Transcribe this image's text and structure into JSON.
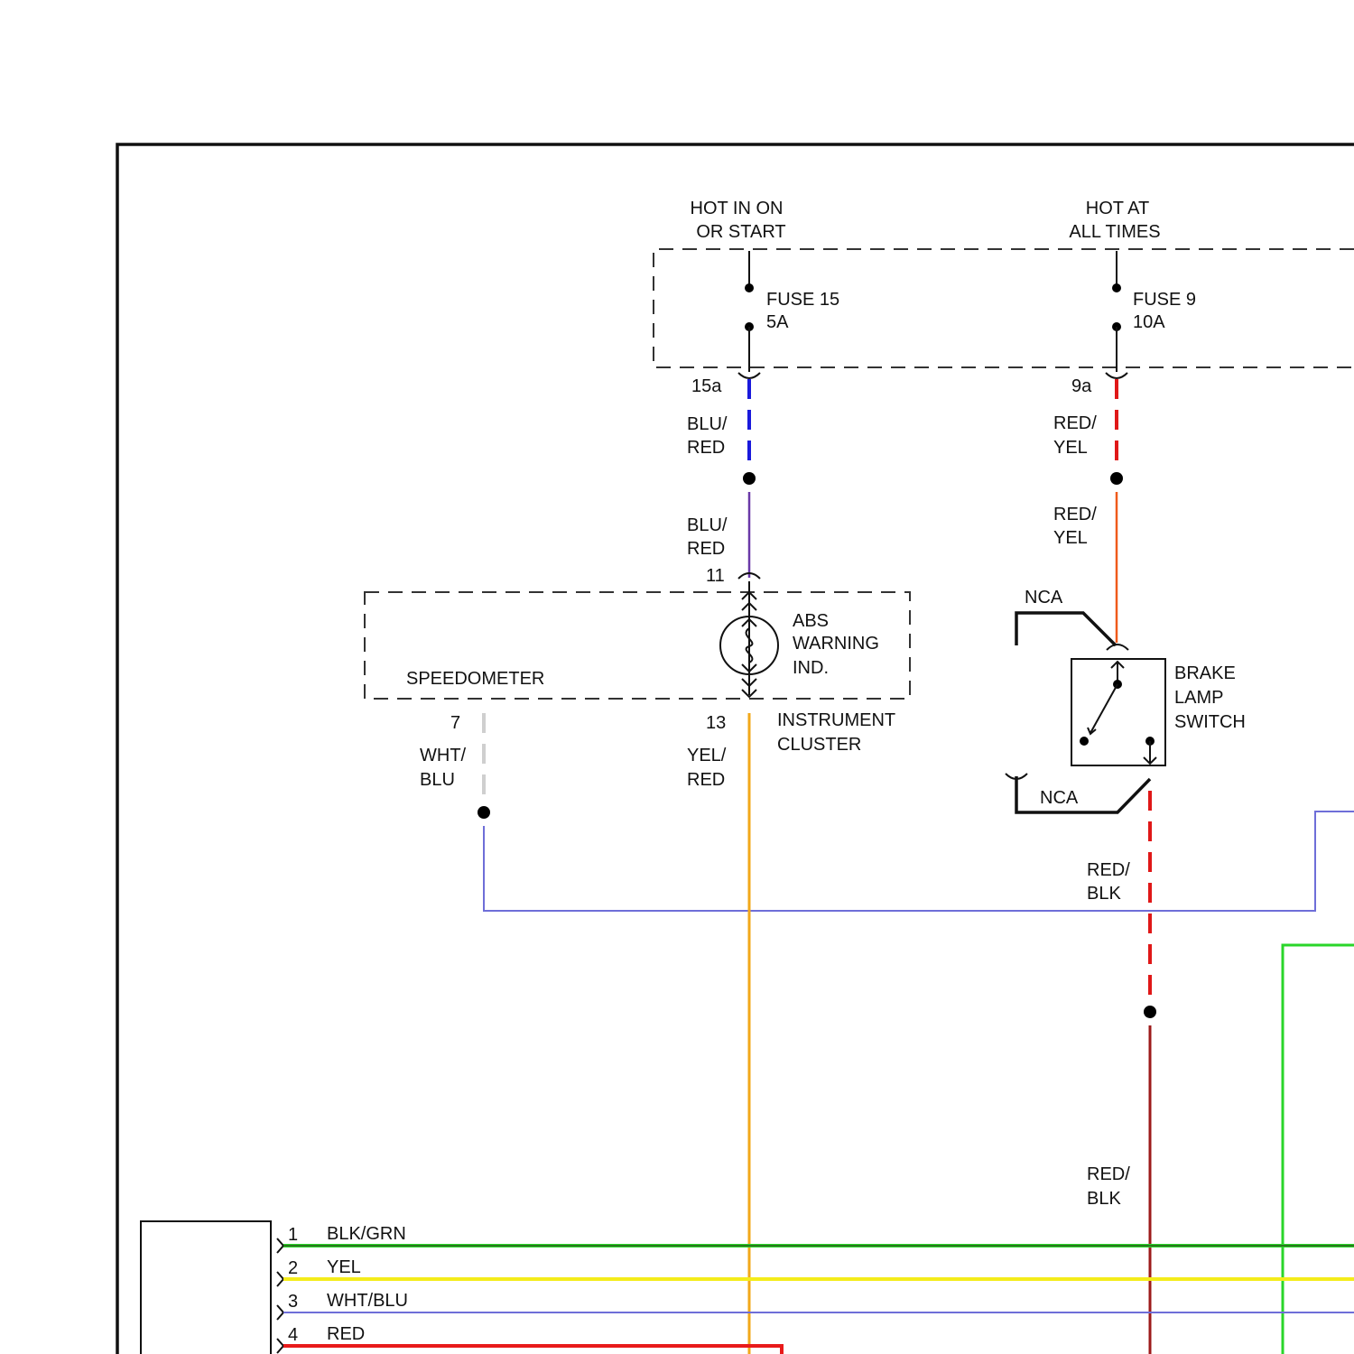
{
  "colors": {
    "blu": "#1a1adc",
    "blu_red_line": "#6a3aa8",
    "red": "#e01818",
    "red_yel_line": "#ef5a1a",
    "yel_red_line": "#f2a81a",
    "wht_blu_dash": "#cfcfcf",
    "wht_blu_line": "#6e6ed8",
    "red_blk": "#9c1a1a",
    "grn": "#2ad52a",
    "blk_grn_line": "#2a5a1a",
    "yel": "#f4ec1a",
    "wht_blu_bus": "#6e6ed8",
    "red_bus": "#e81a1a"
  },
  "power": {
    "hot_in_on_line1": "HOT IN ON",
    "hot_in_on_line2": "OR START",
    "hot_at_all_line1": "HOT AT",
    "hot_at_all_line2": "ALL TIMES"
  },
  "fuses": {
    "fuse15_name": "FUSE 15",
    "fuse15_rating": "5A",
    "fuse15_terminal": "15a",
    "fuse9_name": "FUSE 9",
    "fuse9_rating": "10A",
    "fuse9_terminal": "9a"
  },
  "wires": {
    "blu_red_upper_1": "BLU/",
    "blu_red_upper_2": "RED",
    "blu_red_lower_1": "BLU/",
    "blu_red_lower_2": "RED",
    "red_yel_upper_1": "RED/",
    "red_yel_upper_2": "YEL",
    "red_yel_lower_1": "RED/",
    "red_yel_lower_2": "YEL",
    "wht_blu_1": "WHT/",
    "wht_blu_2": "BLU",
    "yel_red_1": "YEL/",
    "yel_red_2": "RED",
    "red_blk_upper_1": "RED/",
    "red_blk_upper_2": "BLK",
    "red_blk_lower_1": "RED/",
    "red_blk_lower_2": "BLK"
  },
  "cluster": {
    "pin_11": "11",
    "pin_7": "7",
    "pin_13": "13",
    "abs_1": "ABS",
    "abs_2": "WARNING",
    "abs_3": "IND.",
    "speedometer": "SPEEDOMETER",
    "cluster_1": "INSTRUMENT",
    "cluster_2": "CLUSTER"
  },
  "brake_switch": {
    "nca_top": "NCA",
    "nca_bottom": "NCA",
    "label_1": "BRAKE",
    "label_2": "LAMP",
    "label_3": "SWITCH"
  },
  "connector": {
    "pins": [
      {
        "pin": "1",
        "wire": "BLK/GRN"
      },
      {
        "pin": "2",
        "wire": "YEL"
      },
      {
        "pin": "3",
        "wire": "WHT/BLU"
      },
      {
        "pin": "4",
        "wire": "RED"
      }
    ]
  }
}
